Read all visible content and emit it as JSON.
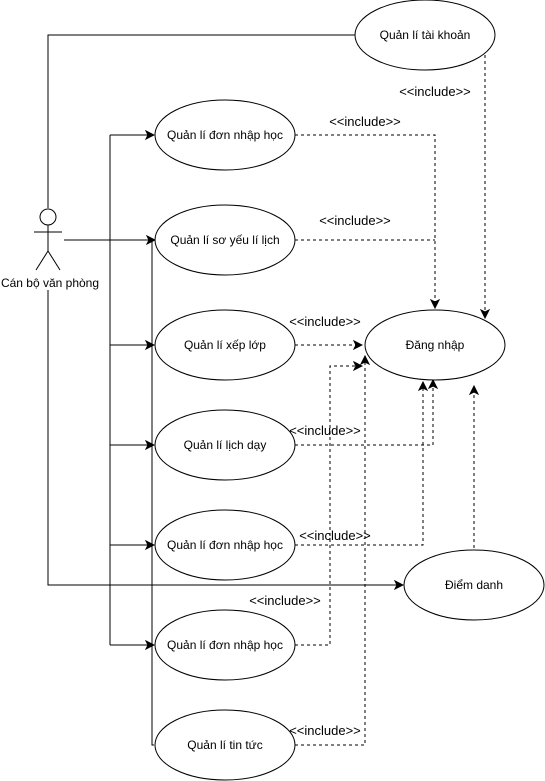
{
  "actor": {
    "label": "Cán bộ văn phòng"
  },
  "use_cases": {
    "account": "Quản lí tài khoản",
    "admission1": "Quản lí đơn nhập học",
    "profile": "Quản lí sơ yếu lí lịch",
    "class": "Quản lí xếp lớp",
    "schedule": "Quản lí lịch dạy",
    "admission2": "Quản lí đơn nhập học",
    "admission3": "Quản lí đơn nhập học",
    "news": "Quản lí tin tức",
    "login": "Đăng nhập",
    "attendance": "Điểm danh"
  },
  "include_label": "<<include>>"
}
